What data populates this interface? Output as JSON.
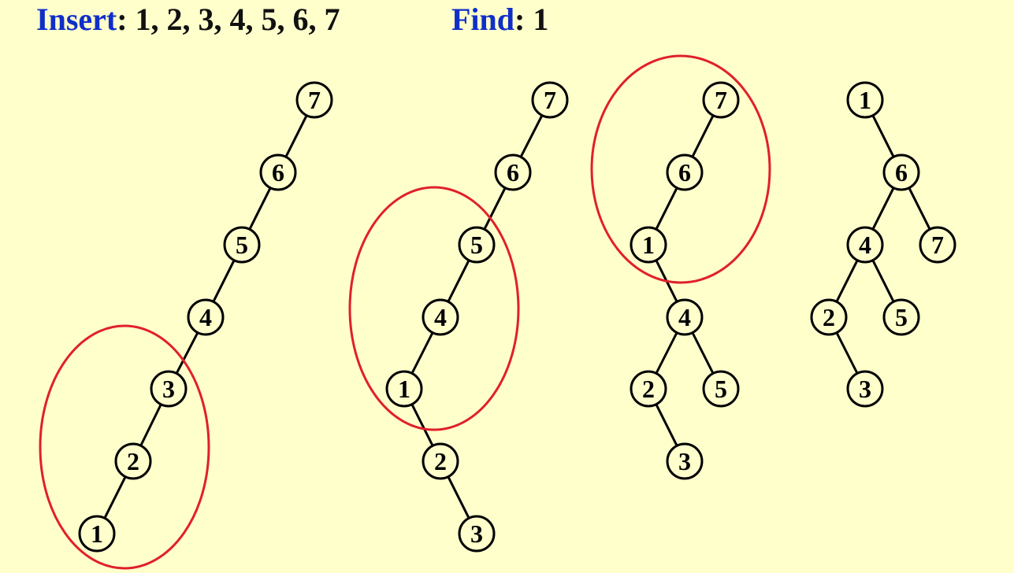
{
  "header": {
    "insert_keyword": "Insert",
    "insert_values": ": 1, 2, 3, 4, 5, 6, 7",
    "find_keyword": "Find",
    "find_values": ": 1"
  },
  "colors": {
    "background": "#FFFFCC",
    "keyword": "#0F2FC8",
    "highlight": "#E0202A",
    "node_stroke": "#000000"
  },
  "trees": [
    {
      "name": "tree-1",
      "nodes": [
        {
          "id": "7",
          "label": "7"
        },
        {
          "id": "6",
          "label": "6"
        },
        {
          "id": "5",
          "label": "5"
        },
        {
          "id": "4",
          "label": "4"
        },
        {
          "id": "3",
          "label": "3"
        },
        {
          "id": "2",
          "label": "2"
        },
        {
          "id": "1",
          "label": "1"
        }
      ],
      "edges": [
        [
          "7",
          "6"
        ],
        [
          "6",
          "5"
        ],
        [
          "5",
          "4"
        ],
        [
          "4",
          "3"
        ],
        [
          "3",
          "2"
        ],
        [
          "2",
          "1"
        ]
      ]
    },
    {
      "name": "tree-2",
      "nodes": [
        {
          "id": "7",
          "label": "7"
        },
        {
          "id": "6",
          "label": "6"
        },
        {
          "id": "5",
          "label": "5"
        },
        {
          "id": "4",
          "label": "4"
        },
        {
          "id": "1",
          "label": "1"
        },
        {
          "id": "2",
          "label": "2"
        },
        {
          "id": "3",
          "label": "3"
        }
      ],
      "edges": [
        [
          "7",
          "6"
        ],
        [
          "6",
          "5"
        ],
        [
          "5",
          "4"
        ],
        [
          "4",
          "1"
        ],
        [
          "1",
          "2"
        ],
        [
          "2",
          "3"
        ]
      ]
    },
    {
      "name": "tree-3",
      "nodes": [
        {
          "id": "7",
          "label": "7"
        },
        {
          "id": "6",
          "label": "6"
        },
        {
          "id": "1",
          "label": "1"
        },
        {
          "id": "4",
          "label": "4"
        },
        {
          "id": "2",
          "label": "2"
        },
        {
          "id": "5",
          "label": "5"
        },
        {
          "id": "3",
          "label": "3"
        }
      ],
      "edges": [
        [
          "7",
          "6"
        ],
        [
          "6",
          "1"
        ],
        [
          "1",
          "4"
        ],
        [
          "4",
          "2"
        ],
        [
          "4",
          "5"
        ],
        [
          "2",
          "3"
        ]
      ]
    },
    {
      "name": "tree-4",
      "nodes": [
        {
          "id": "1",
          "label": "1"
        },
        {
          "id": "6",
          "label": "6"
        },
        {
          "id": "4",
          "label": "4"
        },
        {
          "id": "7",
          "label": "7"
        },
        {
          "id": "2",
          "label": "2"
        },
        {
          "id": "5",
          "label": "5"
        },
        {
          "id": "3",
          "label": "3"
        }
      ],
      "edges": [
        [
          "1",
          "6"
        ],
        [
          "6",
          "4"
        ],
        [
          "6",
          "7"
        ],
        [
          "4",
          "2"
        ],
        [
          "4",
          "5"
        ],
        [
          "2",
          "3"
        ]
      ]
    }
  ]
}
